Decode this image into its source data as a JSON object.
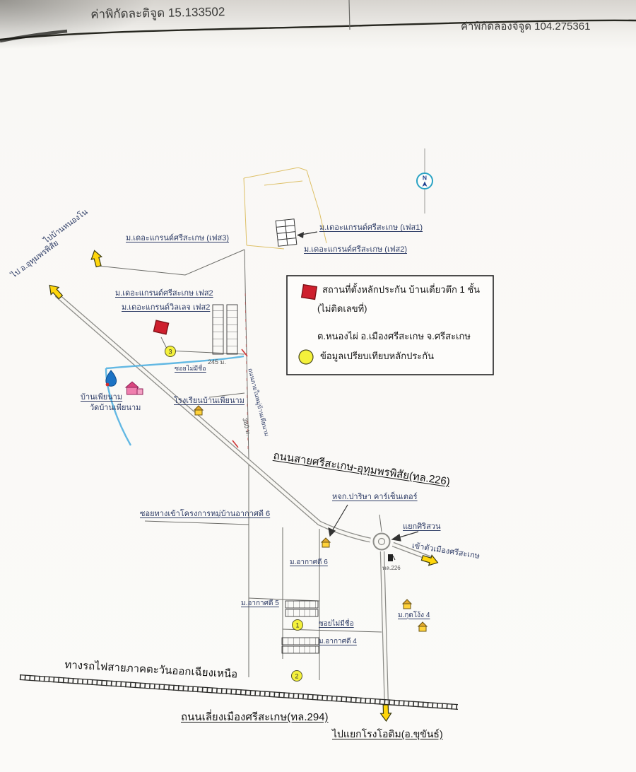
{
  "header": {
    "latitude": "ค่าพิกัดละติจูด 15.133502",
    "longitude": "ค่าพิกัดลองจิจูด 104.275361"
  },
  "compass": {
    "label": "N"
  },
  "legend": {
    "line1": "สถานที่ตั้งหลักประกัน บ้านเดี่ยวตึก 1 ชั้น",
    "line2": "(ไม่ติดเลขที่)",
    "line3": "ต.หนองไผ่ อ.เมืองศรีสะเกษ จ.ศรีสะเกษ",
    "comparison": "ข้อมูลเปรียบเทียบหลักประกัน"
  },
  "markers": {
    "subject_number": "3",
    "comp1": "1",
    "comp2": "2"
  },
  "labels": {
    "to_ban_nong_no": "ไปบ้านหนองโน",
    "to_uthumphon": "ไป อ.อุทุมพรพิสัย",
    "grand_phase3": "ม.เดอะแกรนด์ศรีสะเกษ (เฟส3)",
    "grand_phase1": "ม.เดอะแกรนด์ศรีสะเกษ (เฟส1)",
    "grand_phase2": "ม.เดอะแกรนด์ศรีสะเกษ (เฟส2)",
    "grand_sk_phase2": "ม.เดอะแกรนด์ศรีสะเกษ เฟส2",
    "grand_village_phase2": "ม.เดอะแกรนด์วิลเลจ เฟส2",
    "dist_245": "245 ม.",
    "soi_unnamed_1": "ซอยไม่มีชื่อ",
    "ban_phia_nam": "บ้านเพียนาม",
    "wat_ban_phia_nam": "วัดบ้านเพียนาม",
    "school": "โรงเรียนบ้านเพียนาม",
    "village_road": "ถนนภายในหมู่บ้านเพียนาม",
    "dist_380": "380 ม.",
    "main_road": "ถนนสายศรีสะเกษ-อุทุมพรพิสัย(ทล.226)",
    "soi_akat_dee": "ซอยทางเข้าโครงการหมู่บ้านอากาศดี 6",
    "car_center": "หจก.ปาริษา คาร์เซ็นเตอร์",
    "junction_sirisuan": "แยกศิริสวน",
    "to_city": "เข้าตัวเมืองศรีสะเกษ",
    "hw_226_small": "ทล.226",
    "m_akat_6": "ม.อากาศดี 6",
    "m_akat_5": "ม.อากาศดี 5",
    "soi_unnamed_2": "ซอยไม่มีชื่อ",
    "m_akat_4": "ม.อากาศดี 4",
    "m_kut_ngong": "ม.กุดโง้ง 4",
    "railway": "ทางรถไฟสายภาคตะวันออกเฉียงเหนือ",
    "bypass": "ถนนเลี่ยงเมืองศรีสะเกษ(ทล.294)",
    "to_otim": "ไปแยกโรงโอติม(อ.ขุขันธ์)"
  },
  "colors": {
    "subject_marker": "#ce1f2d",
    "comparison_marker": "#f4f13b",
    "direction_arrow": "#ffd60b",
    "stream": "#5ab5e2",
    "cadastral": "#d9b64e",
    "compass_ring": "#2aa3c4"
  }
}
